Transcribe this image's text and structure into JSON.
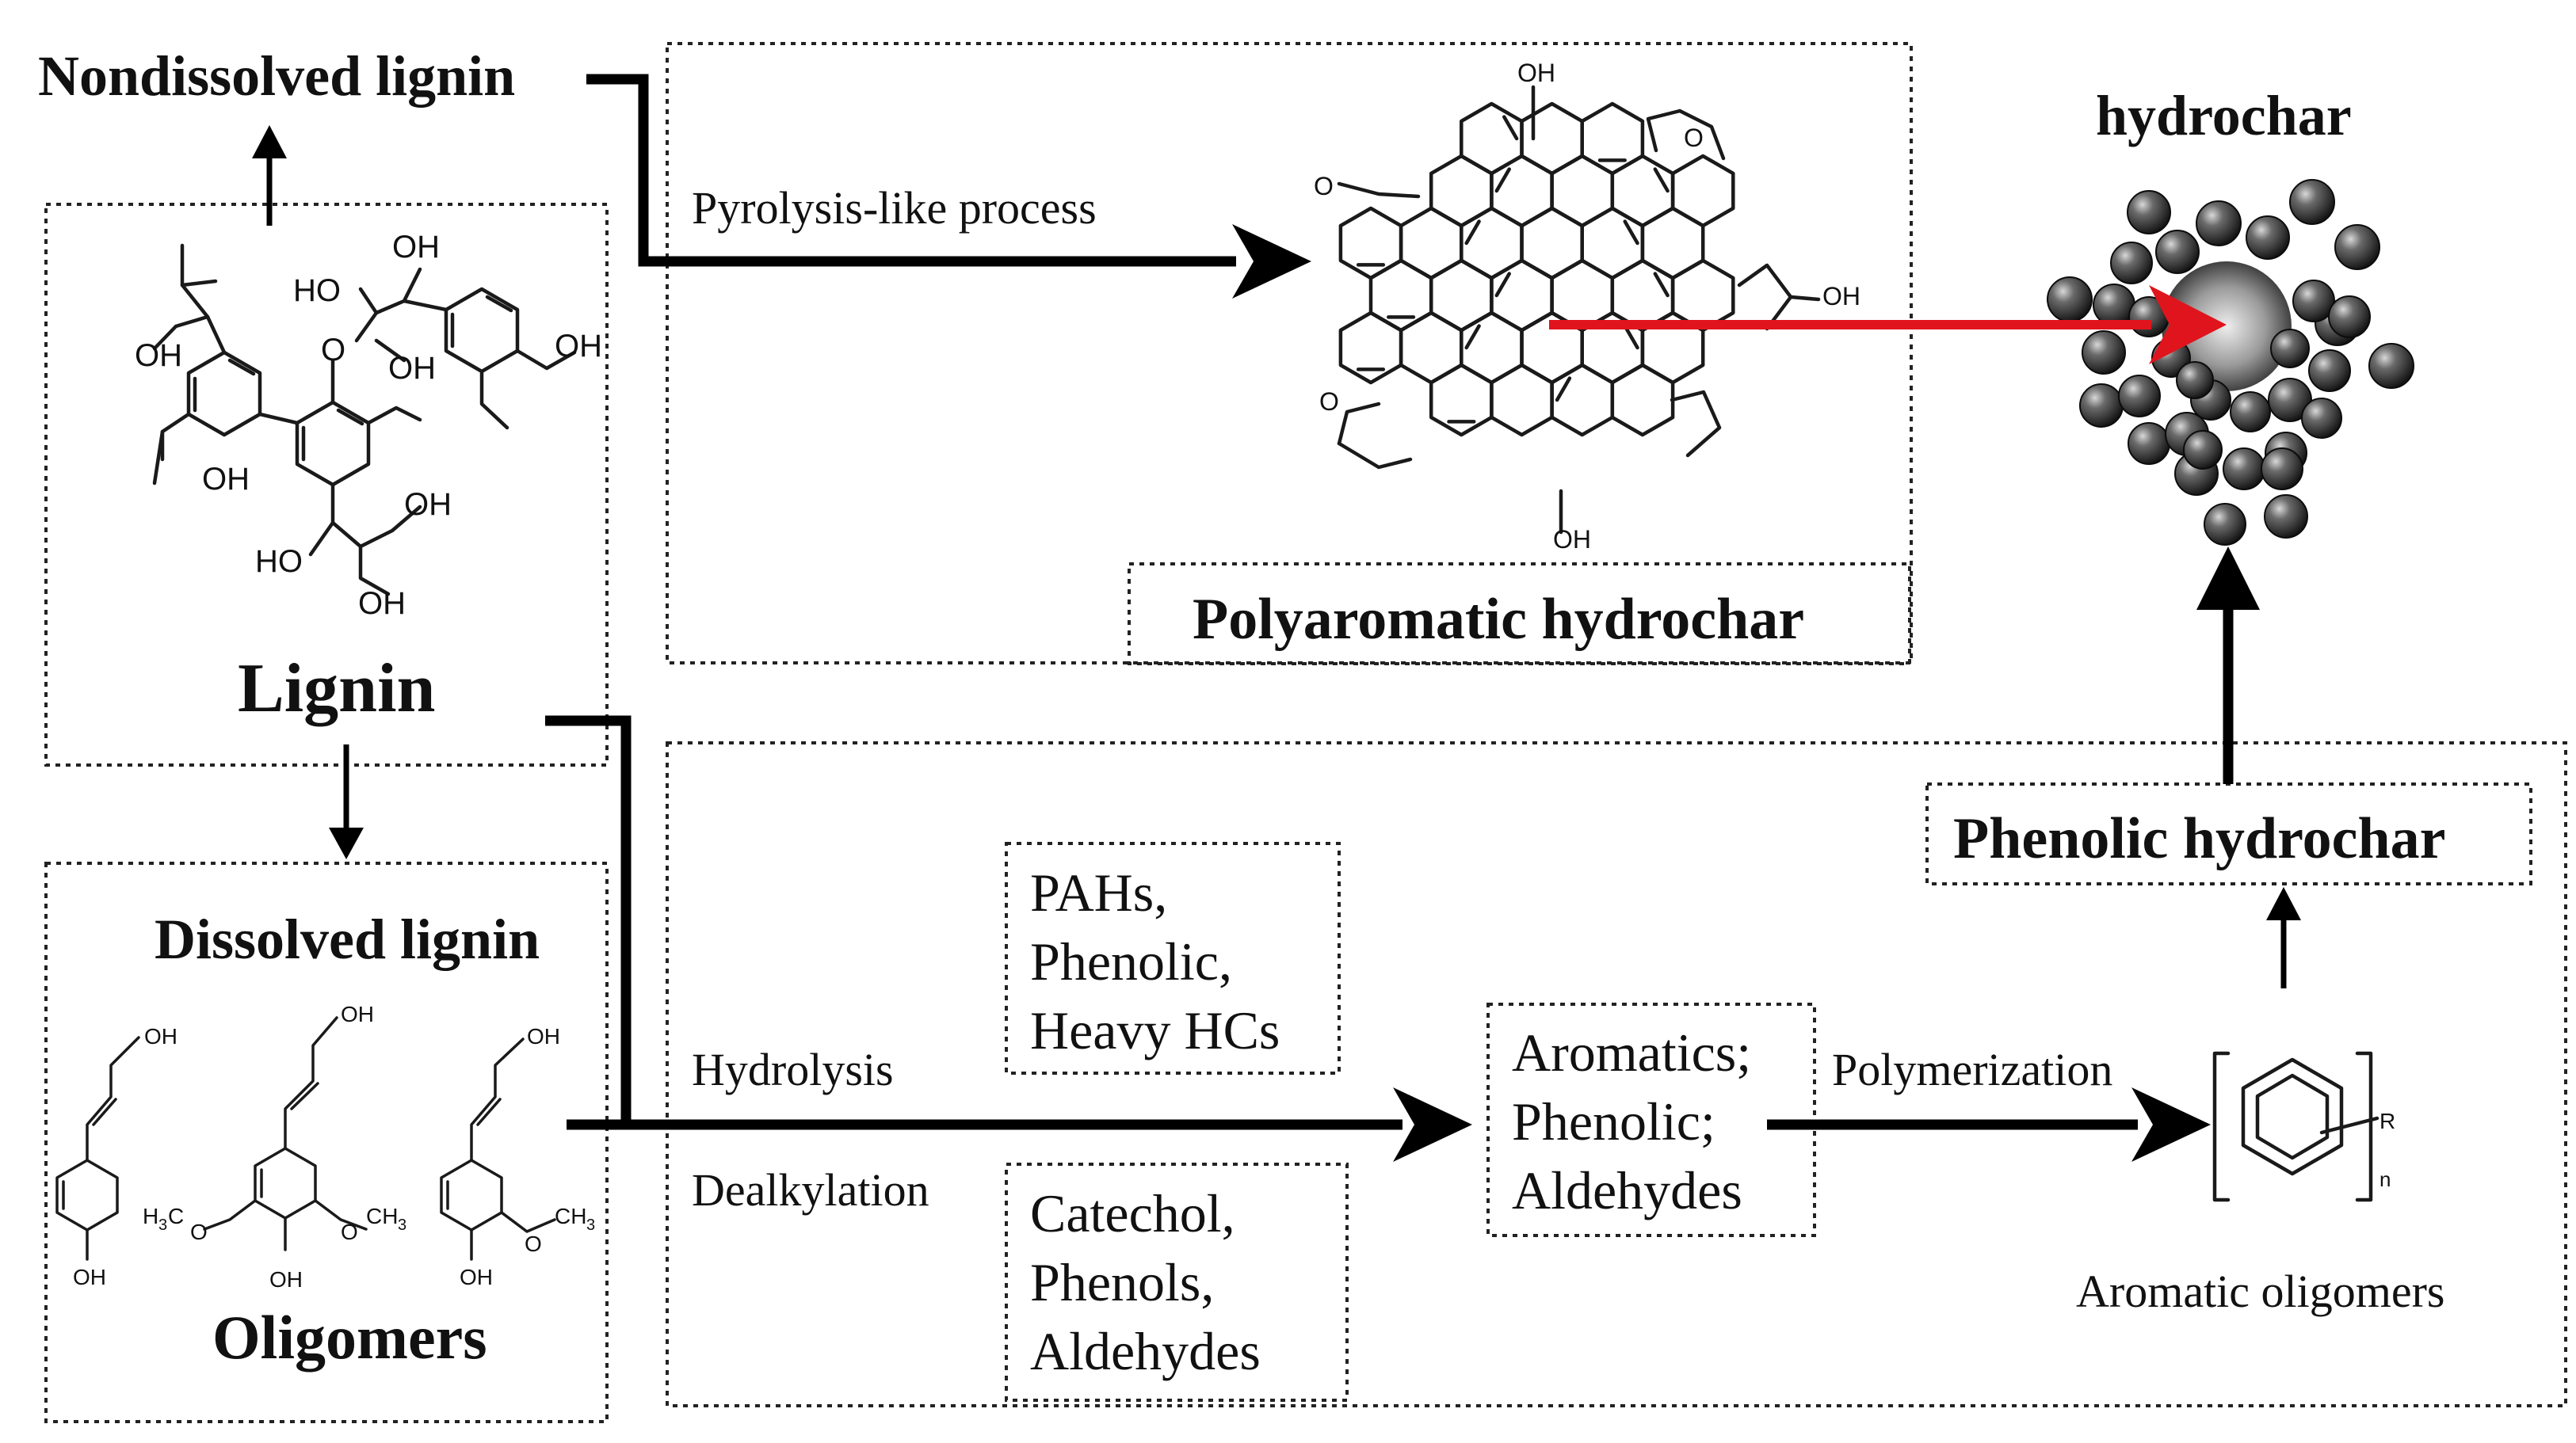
{
  "labels": {
    "nondissolved_lignin": "Nondissolved lignin",
    "lignin": "Lignin",
    "dissolved_lignin": "Dissolved lignin",
    "oligomers": "Oligomers",
    "pyrolysis": "Pyrolysis-like process",
    "polyaromatic_hydrochar": "Polyaromatic hydrochar",
    "hydrochar": "hydrochar",
    "phenolic_hydrochar": "Phenolic hydrochar",
    "hydrolysis": "Hydrolysis",
    "dealkylation": "Dealkylation",
    "polymerization": "Polymerization",
    "aromatic_oligomers": "Aromatic oligomers"
  },
  "boxes": {
    "pahs": [
      "PAHs,",
      "Phenolic,",
      "Heavy HCs"
    ],
    "catechol": [
      "Catechol,",
      "Phenols,",
      "Aldehydes"
    ],
    "aromatics": [
      "Aromatics;",
      "Phenolic;",
      "Aldehydes"
    ]
  },
  "chem": {
    "oh": "OH",
    "ho": "HO",
    "o": "O",
    "h3c": "H",
    "three": "3",
    "c": "C",
    "ch": "CH",
    "r": "R",
    "n": "n"
  },
  "colors": {
    "red_arrow": "#e0141c",
    "black": "#000000",
    "sphere_dark": "#1e1e1e",
    "sphere_core": "#c8c8c8"
  }
}
